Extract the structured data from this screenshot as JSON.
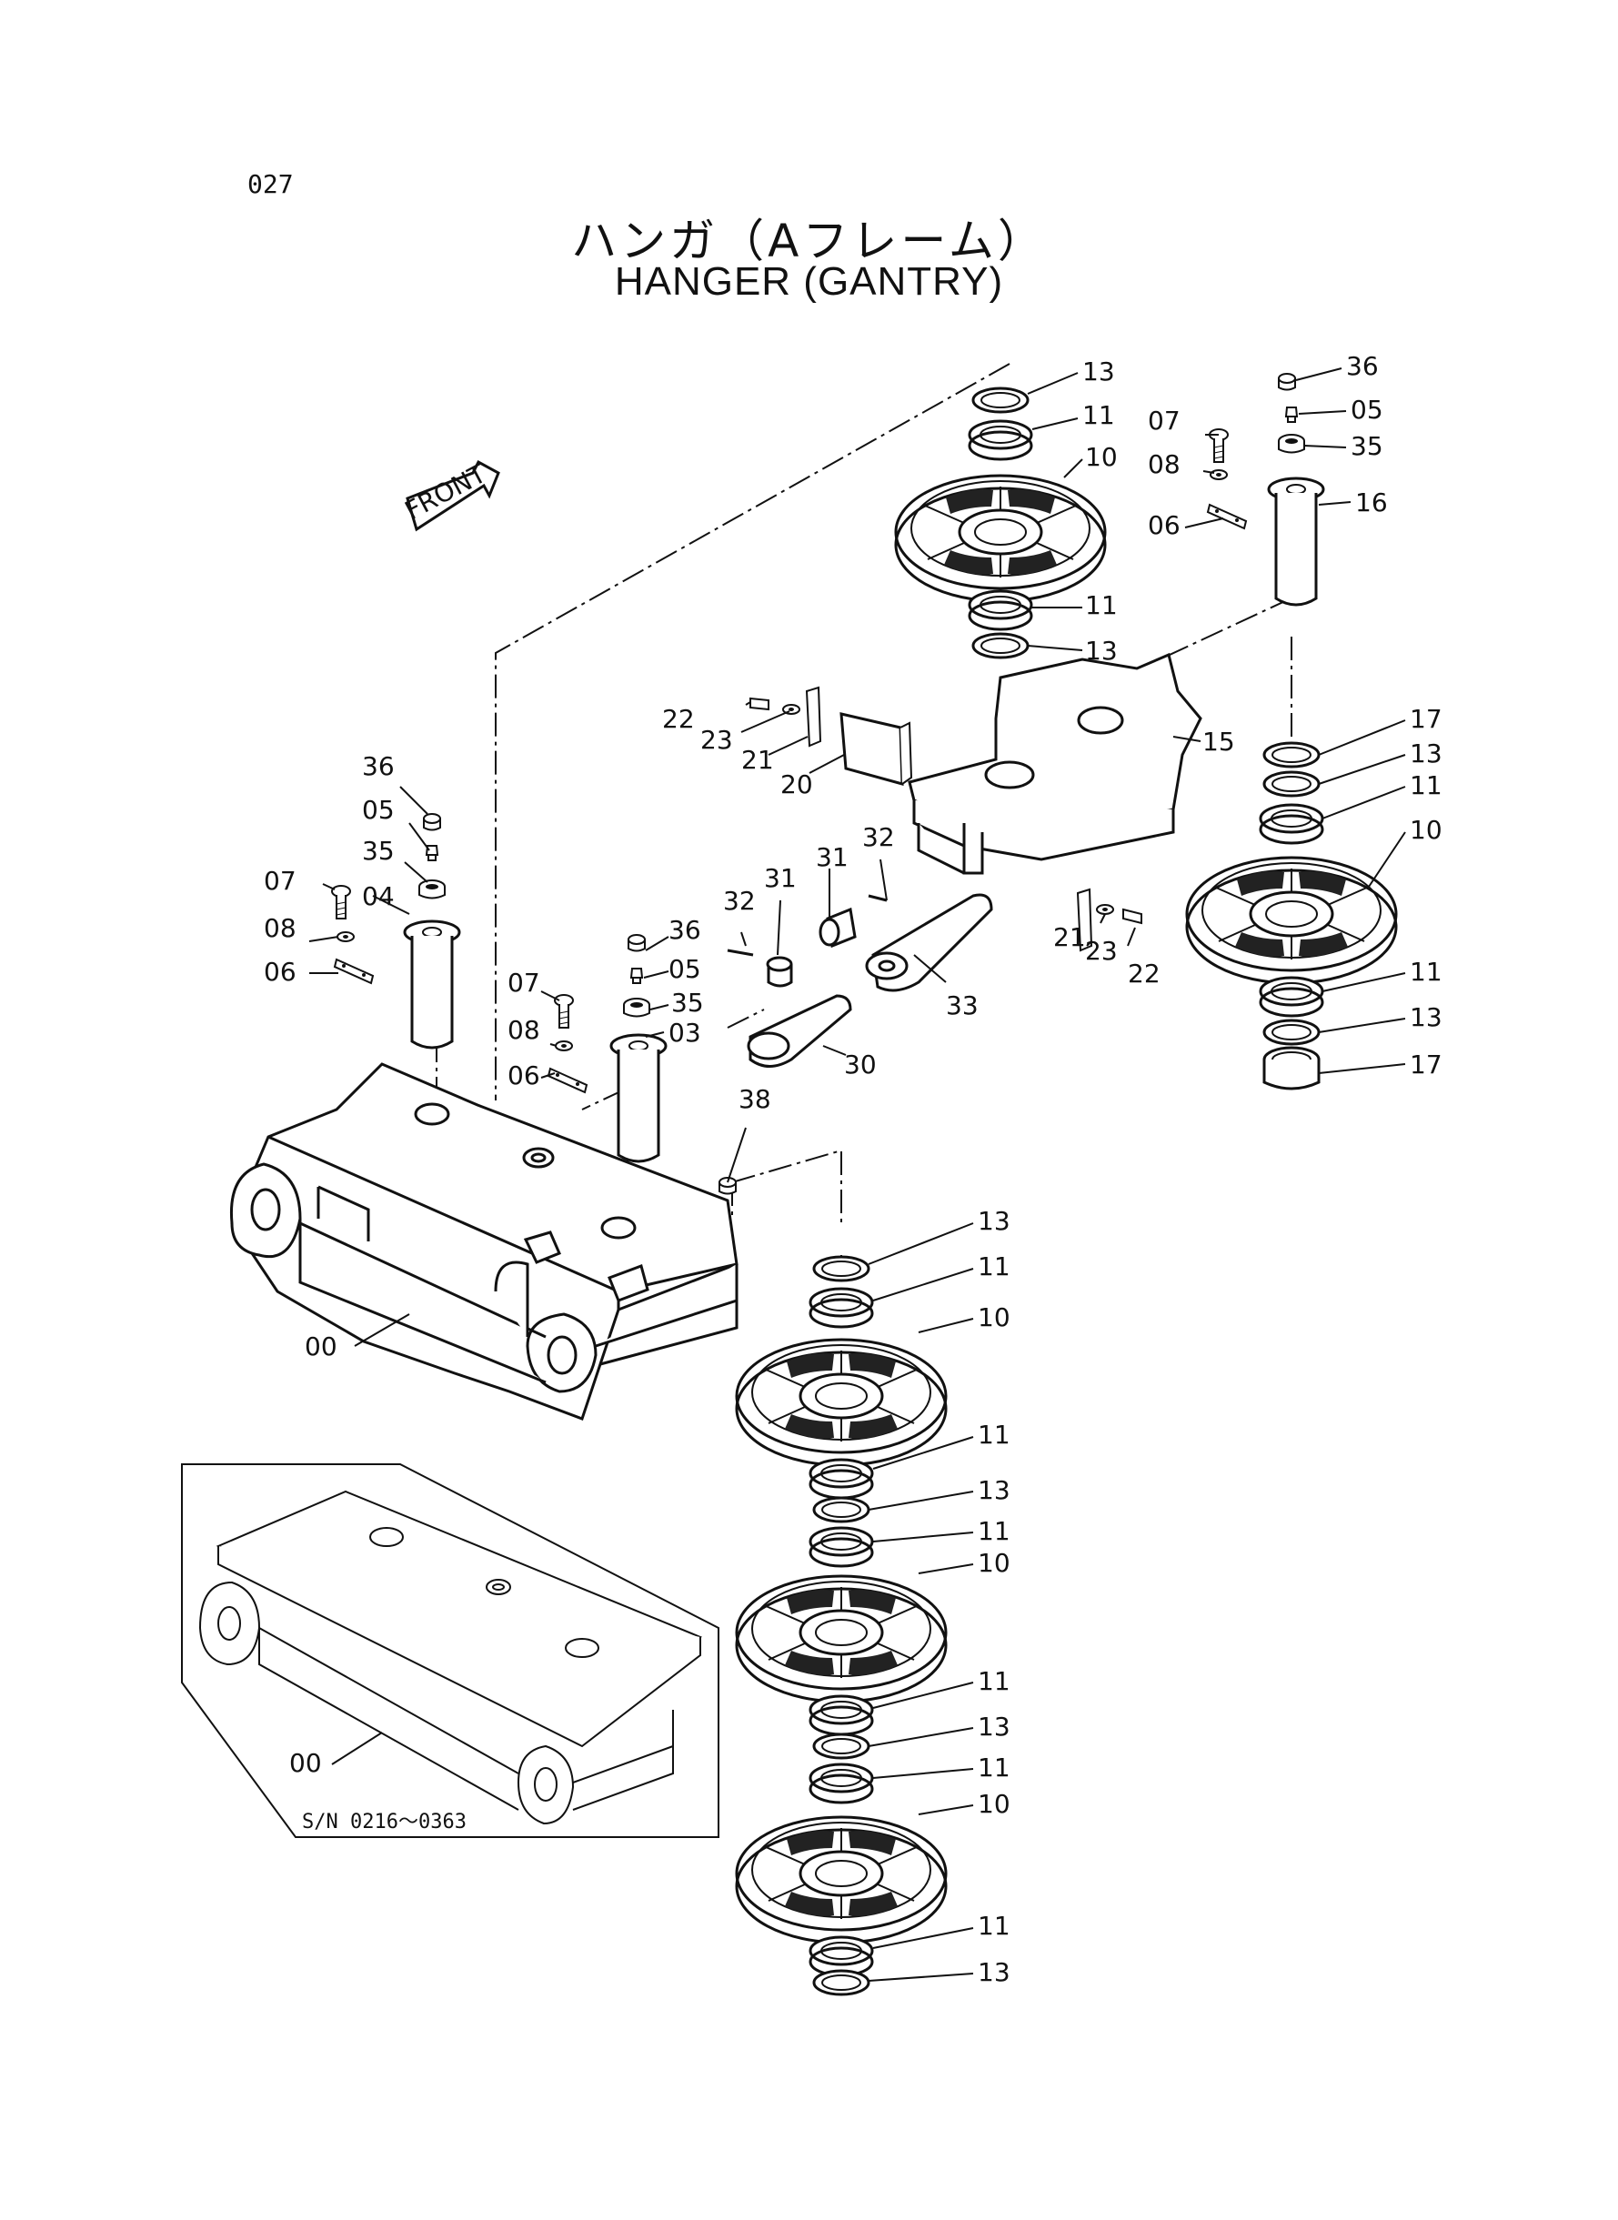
{
  "page_number": "027",
  "title_jp": "ハンガ（Aフレーム）",
  "title_en": "HANGER (GANTRY)",
  "front_tag": "FRONT",
  "inset_note": "S/N 0216～0363",
  "callouts": [
    {
      "id": "c-13-a",
      "text": "13"
    },
    {
      "id": "c-11-a",
      "text": "11"
    },
    {
      "id": "c-10-a",
      "text": "10"
    },
    {
      "id": "c-11-b",
      "text": "11"
    },
    {
      "id": "c-13-b",
      "text": "13"
    },
    {
      "id": "c-36-a",
      "text": "36"
    },
    {
      "id": "c-05-a",
      "text": "05"
    },
    {
      "id": "c-35-a",
      "text": "35"
    },
    {
      "id": "c-07-a",
      "text": "07"
    },
    {
      "id": "c-08-a",
      "text": "08"
    },
    {
      "id": "c-06-a",
      "text": "06"
    },
    {
      "id": "c-16",
      "text": "16"
    },
    {
      "id": "c-22-a",
      "text": "22"
    },
    {
      "id": "c-23-a",
      "text": "23"
    },
    {
      "id": "c-21-a",
      "text": "21"
    },
    {
      "id": "c-20",
      "text": "20"
    },
    {
      "id": "c-15",
      "text": "15"
    },
    {
      "id": "c-17-a",
      "text": "17"
    },
    {
      "id": "c-13-c",
      "text": "13"
    },
    {
      "id": "c-11-c",
      "text": "11"
    },
    {
      "id": "c-10-b",
      "text": "10"
    },
    {
      "id": "c-11-d",
      "text": "11"
    },
    {
      "id": "c-13-d",
      "text": "13"
    },
    {
      "id": "c-17-b",
      "text": "17"
    },
    {
      "id": "c-36-b",
      "text": "36"
    },
    {
      "id": "c-05-b",
      "text": "05"
    },
    {
      "id": "c-35-b",
      "text": "35"
    },
    {
      "id": "c-07-b",
      "text": "07"
    },
    {
      "id": "c-04",
      "text": "04"
    },
    {
      "id": "c-08-b",
      "text": "08"
    },
    {
      "id": "c-06-b",
      "text": "06"
    },
    {
      "id": "c-32-a",
      "text": "32"
    },
    {
      "id": "c-31-a",
      "text": "31"
    },
    {
      "id": "c-31-b",
      "text": "31"
    },
    {
      "id": "c-32-b",
      "text": "32"
    },
    {
      "id": "c-21-b",
      "text": "21"
    },
    {
      "id": "c-23-b",
      "text": "23"
    },
    {
      "id": "c-22-b",
      "text": "22"
    },
    {
      "id": "c-36-c",
      "text": "36"
    },
    {
      "id": "c-05-c",
      "text": "05"
    },
    {
      "id": "c-35-c",
      "text": "35"
    },
    {
      "id": "c-07-c",
      "text": "07"
    },
    {
      "id": "c-08-c",
      "text": "08"
    },
    {
      "id": "c-03",
      "text": "03"
    },
    {
      "id": "c-06-c",
      "text": "06"
    },
    {
      "id": "c-33",
      "text": "33"
    },
    {
      "id": "c-30",
      "text": "30"
    },
    {
      "id": "c-38",
      "text": "38"
    },
    {
      "id": "c-13-e",
      "text": "13"
    },
    {
      "id": "c-11-e",
      "text": "11"
    },
    {
      "id": "c-10-c",
      "text": "10"
    },
    {
      "id": "c-00-a",
      "text": "00"
    },
    {
      "id": "c-11-f",
      "text": "11"
    },
    {
      "id": "c-13-f",
      "text": "13"
    },
    {
      "id": "c-11-g",
      "text": "11"
    },
    {
      "id": "c-10-d",
      "text": "10"
    },
    {
      "id": "c-11-h",
      "text": "11"
    },
    {
      "id": "c-13-g",
      "text": "13"
    },
    {
      "id": "c-11-i",
      "text": "11"
    },
    {
      "id": "c-10-e",
      "text": "10"
    },
    {
      "id": "c-11-j",
      "text": "11"
    },
    {
      "id": "c-13-h",
      "text": "13"
    },
    {
      "id": "c-00-b",
      "text": "00"
    }
  ]
}
